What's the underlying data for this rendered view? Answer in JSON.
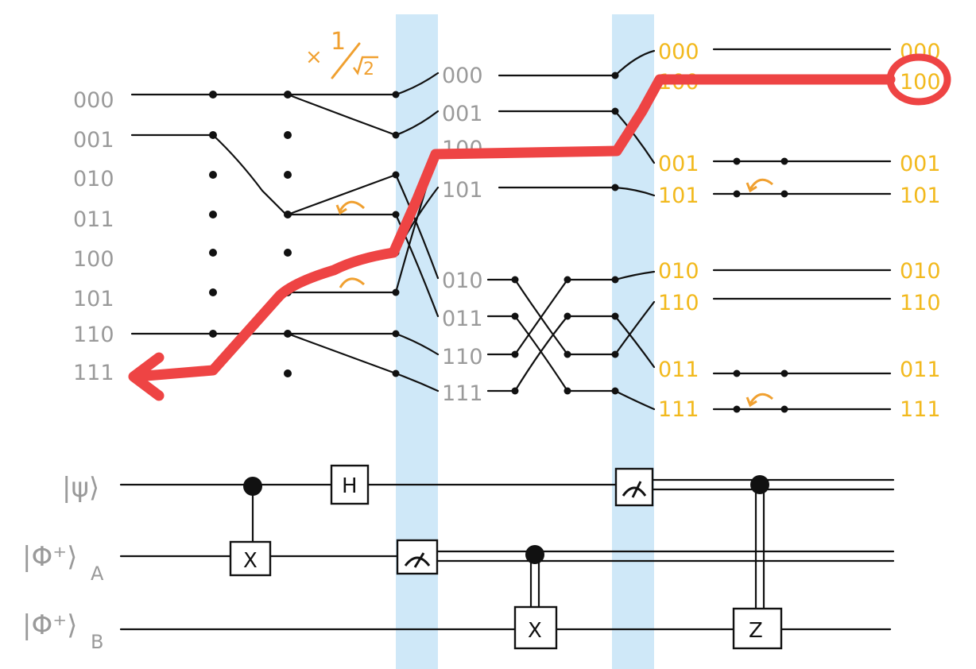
{
  "diagram": {
    "colors": {
      "highlight": "#ee4444",
      "band": "#cfe8f8",
      "bit_gray": "#9a9a9a",
      "bit_gold": "#f2b91d",
      "annotation": "#f0a030",
      "ink": "#111111"
    },
    "scale_annotation": {
      "prefix": "×",
      "numerator": "1",
      "denominator": "2"
    },
    "stage1_labels": [
      "000",
      "001",
      "010",
      "011",
      "100",
      "101",
      "110",
      "111"
    ],
    "stage2_labels": [
      "000",
      "001",
      "100",
      "101",
      "010",
      "011",
      "110",
      "111"
    ],
    "stage3_labels": [
      "000",
      "100",
      "001",
      "101",
      "010",
      "110",
      "011",
      "111"
    ],
    "stage4_labels": [
      "000",
      "100",
      "001",
      "101",
      "010",
      "110",
      "011",
      "111"
    ],
    "circuit": {
      "qubits": [
        {
          "label": "|ψ⟩",
          "subscript": ""
        },
        {
          "label": "|Φ⁺⟩",
          "subscript": "A"
        },
        {
          "label": "|Φ⁺⟩",
          "subscript": "B"
        }
      ],
      "gates": {
        "x": "X",
        "h": "H",
        "cx": "X",
        "cz": "Z"
      },
      "icons": [
        "measure-icon",
        "measure-icon"
      ]
    }
  }
}
